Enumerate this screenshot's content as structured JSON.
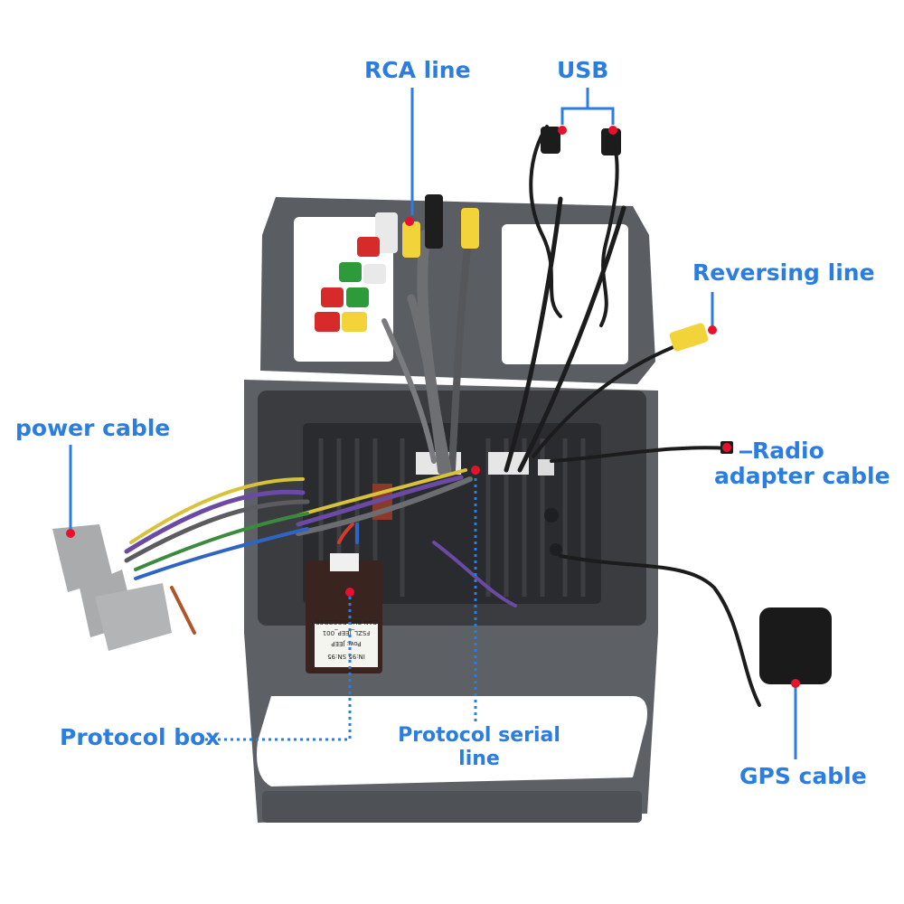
{
  "labels": {
    "rca": "RCA line",
    "usb": "USB",
    "reversing": "Reversing line",
    "power": "power cable",
    "radio_line1": "Radio",
    "radio_line2": "adapter cable",
    "protocol_box": "Protocol box",
    "serial_line1": "Protocol serial",
    "serial_line2": "line",
    "gps": "GPS cable"
  },
  "box_sticker": {
    "line1": "CAN BUS DECODER",
    "line2": "FSZL_JEEP_001",
    "line3": "Pow: JEEP",
    "line4": "IN:95   SN:95"
  },
  "colors": {
    "accent": "#2b7de0",
    "marker": "#e8112d",
    "frame": "#55585d",
    "background": "#ffffff"
  }
}
